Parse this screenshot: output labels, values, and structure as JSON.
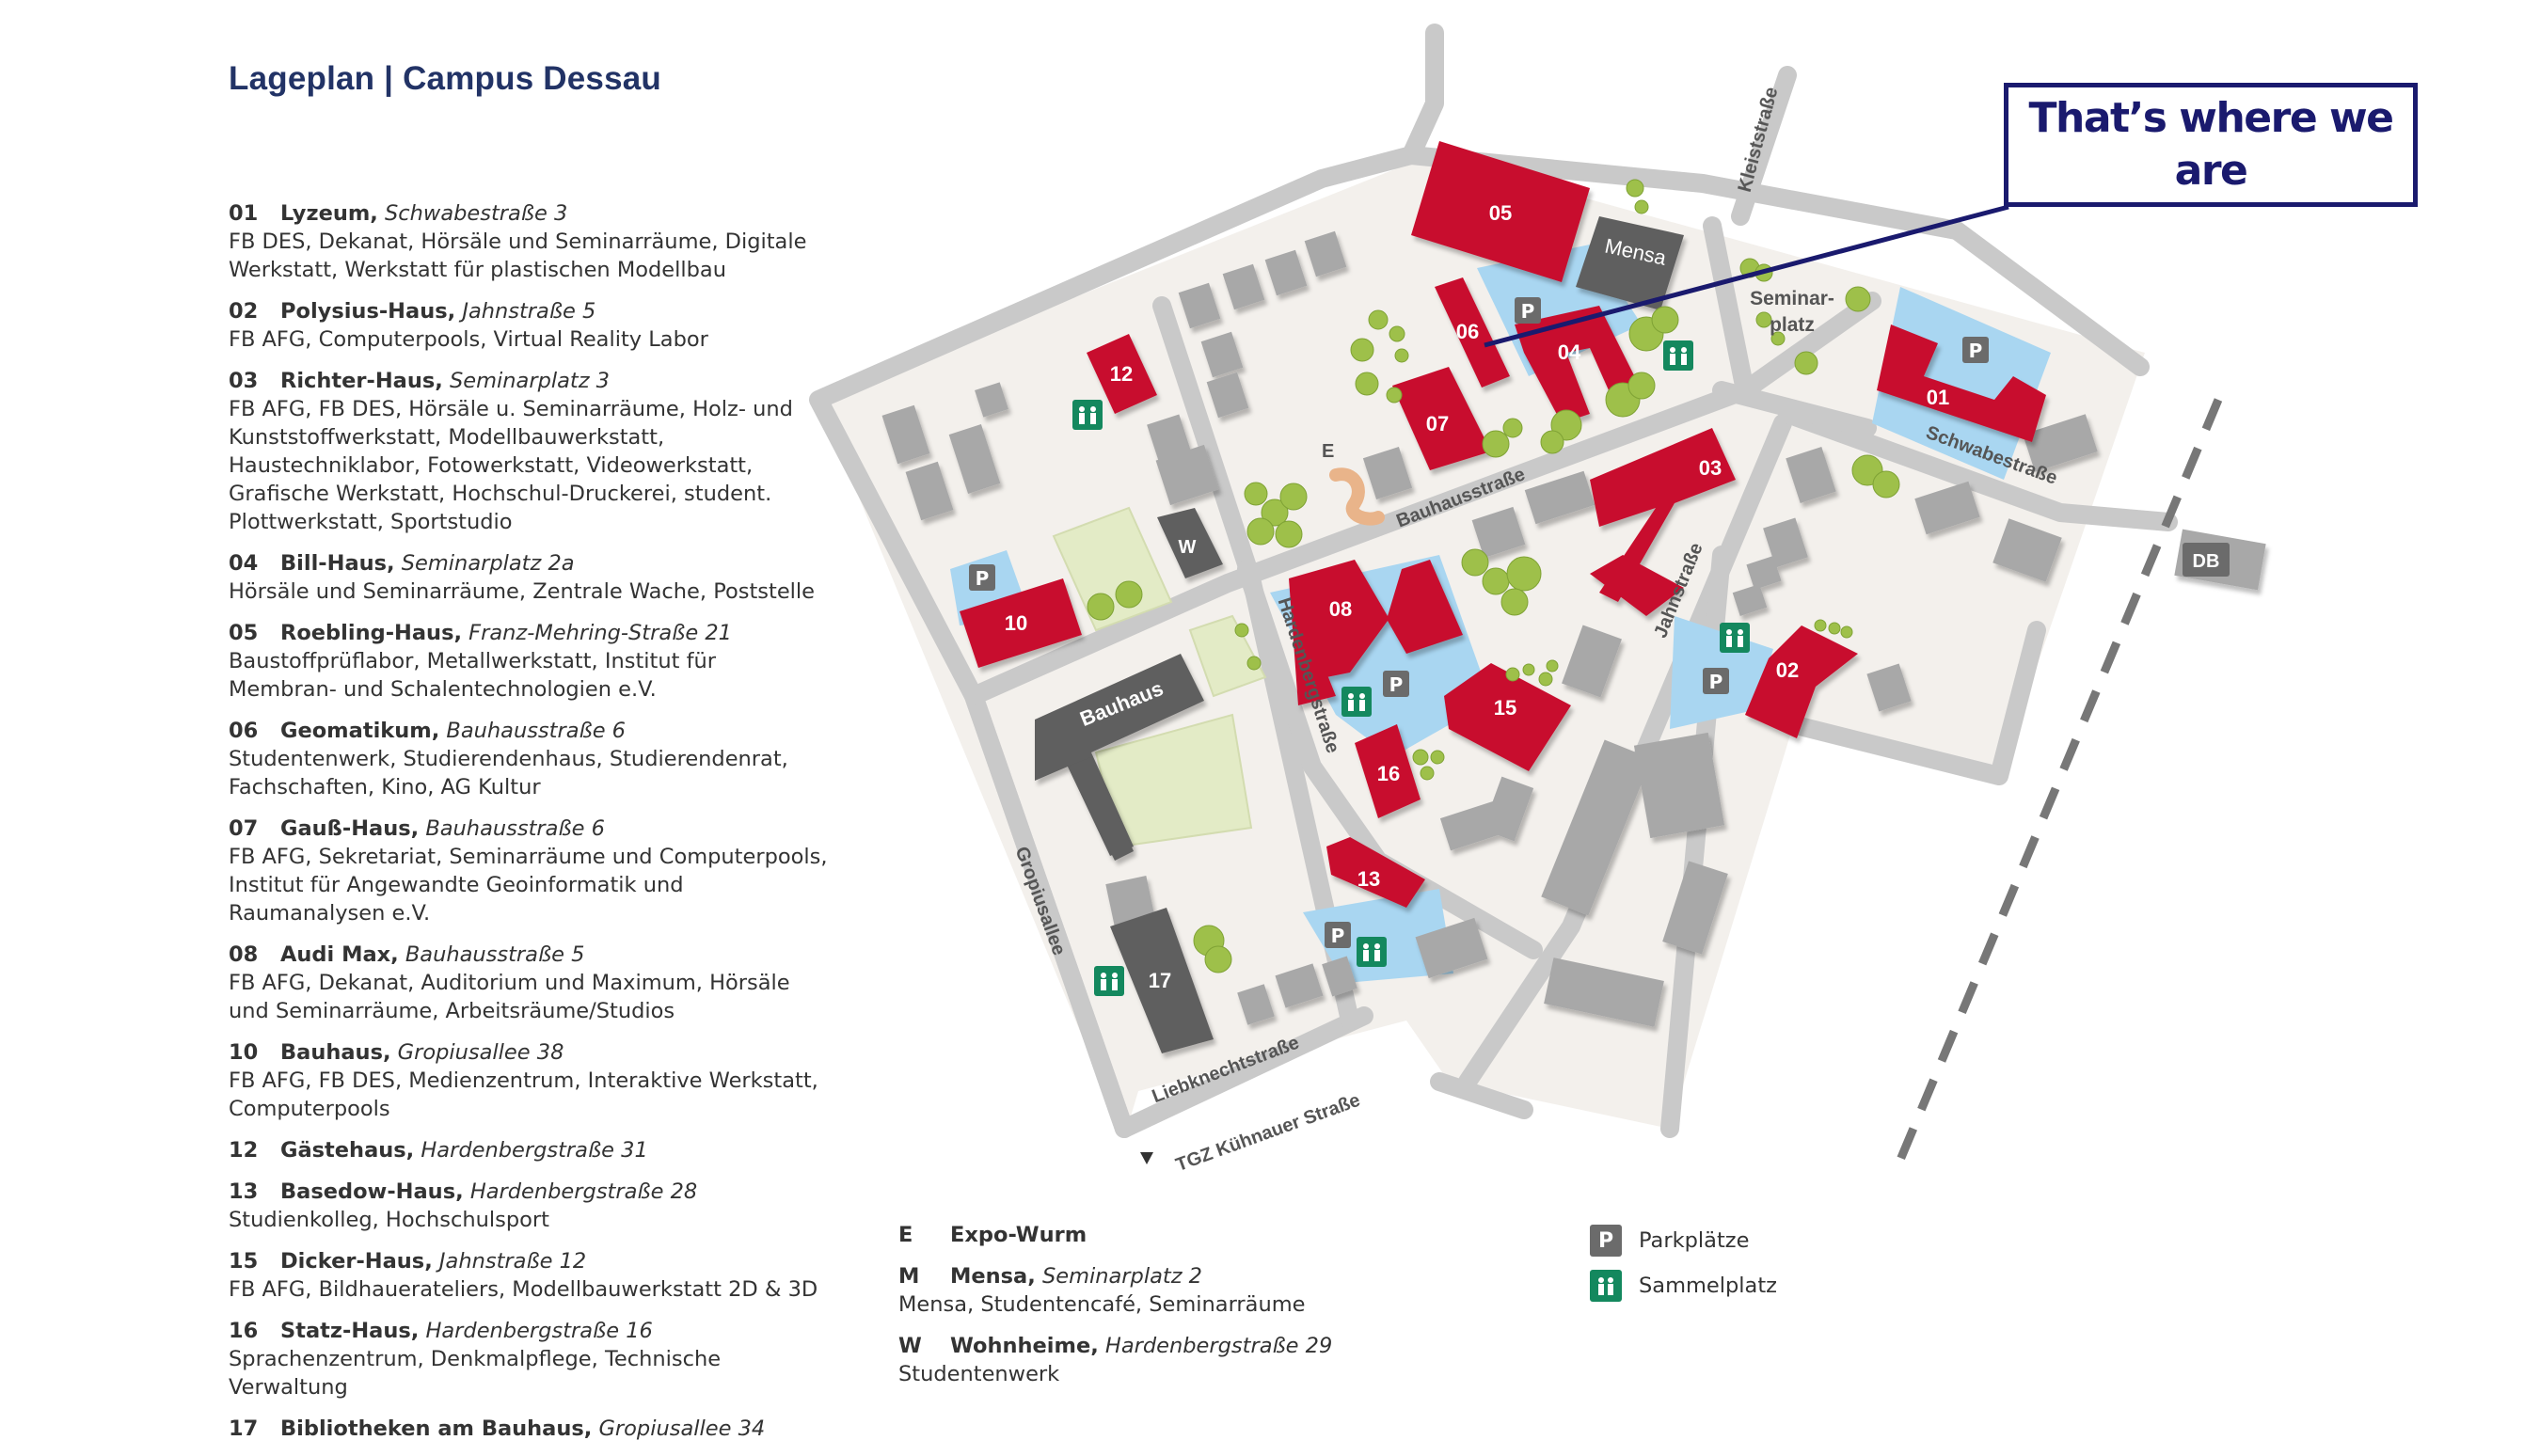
{
  "title": "Lageplan | Campus Dessau",
  "callout": "That’s where we are",
  "buildings": [
    {
      "num": "01",
      "name": "Lyzeum,",
      "addr": "Schwabestraße 3",
      "desc": "FB DES, Dekanat, Hörsäle und Seminarräume, Digitale Werkstatt, Werkstatt für plastischen Modellbau"
    },
    {
      "num": "02",
      "name": "Polysius-Haus,",
      "addr": "Jahnstraße 5",
      "desc": "FB AFG, Computerpools, Virtual Reality Labor"
    },
    {
      "num": "03",
      "name": "Richter-Haus,",
      "addr": "Seminarplatz 3",
      "desc": "FB AFG, FB DES, Hörsäle u. Seminarräume, Holz- und Kunststoffwerkstatt, Modellbauwerkstatt, Haustechniklabor, Fotowerkstatt, Videowerkstatt, Grafische Werkstatt, Hochschul-Druckerei, student. Plottwerkstatt, Sportstudio"
    },
    {
      "num": "04",
      "name": "Bill-Haus,",
      "addr": "Seminarplatz 2a",
      "desc": "Hörsäle und Seminarräume, Zentrale Wache, Poststelle"
    },
    {
      "num": "05",
      "name": "Roebling-Haus,",
      "addr": "Franz-Mehring-Straße 21",
      "desc": "Baustoffprüflabor, Metallwerkstatt, Institut für Membran- und Schalentechnologien e.V."
    },
    {
      "num": "06",
      "name": "Geomatikum,",
      "addr": "Bauhausstraße 6",
      "desc": "Studentenwerk, Studierendenhaus, Studierendenrat, Fachschaften, Kino, AG Kultur"
    },
    {
      "num": "07",
      "name": "Gauß-Haus,",
      "addr": "Bauhausstraße 6",
      "desc": "FB AFG, Sekretariat, Seminarräume und Computerpools, Institut für Angewandte Geoinformatik und Raumanalysen e.V."
    },
    {
      "num": "08",
      "name": "Audi Max,",
      "addr": "Bauhausstraße 5",
      "desc": "FB AFG, Dekanat, Auditorium und Maximum, Hörsäle und Seminarräume, Arbeitsräume/Studios"
    },
    {
      "num": "10",
      "name": "Bauhaus,",
      "addr": "Gropiusallee 38",
      "desc": "FB AFG, FB DES, Medienzentrum, Interaktive Werkstatt, Computerpools"
    },
    {
      "num": "12",
      "name": "Gästehaus,",
      "addr": "Hardenbergstraße 31",
      "desc": ""
    },
    {
      "num": "13",
      "name": "Basedow-Haus,",
      "addr": "Hardenbergstraße 28",
      "desc": "Studienkolleg, Hochschulsport"
    },
    {
      "num": "15",
      "name": "Dicker-Haus,",
      "addr": "Jahnstraße 12",
      "desc": "FB AFG, Bildhauerateliers, Modellbauwerkstatt 2D & 3D"
    },
    {
      "num": "16",
      "name": "Statz-Haus,",
      "addr": "Hardenbergstraße 16",
      "desc": "Sprachenzentrum, Denkmalpflege, Technische Verwaltung"
    },
    {
      "num": "17",
      "name": "Bibliotheken am Bauhaus,",
      "addr": "Gropiusallee 34",
      "desc": ""
    }
  ],
  "others": [
    {
      "num": "E",
      "name": "Expo-Wurm",
      "addr": "",
      "desc": ""
    },
    {
      "num": "M",
      "name": "Mensa,",
      "addr": "Seminarplatz 2",
      "desc": "Mensa, Studentencafé, Seminarräume"
    },
    {
      "num": "W",
      "name": "Wohnheime,",
      "addr": "Hardenbergstraße 29",
      "desc": "Studentenwerk"
    }
  ],
  "symbols": {
    "parking_glyph": "P",
    "parking": "Parkplätze",
    "assembly": "Sammelplatz"
  },
  "map_labels": {
    "mensa": "Mensa",
    "seminarplatz_1": "Seminar-",
    "seminarplatz_2": "platz",
    "kleiststrasse": "Kleiststraße",
    "schwabestrasse": "Schwabestraße",
    "bauhausstrasse": "Bauhausstraße",
    "jahnstrasse": "Jahnstraße",
    "hardenbergstrasse": "Hardenbergstraße",
    "gropiusallee": "Gropiusallee",
    "liebknechtstrasse": "Liebknechtstraße",
    "tgz": "TGZ Kühnauer Straße",
    "db": "DB",
    "bauhaus": "Bauhaus",
    "expo": "E",
    "wohnheim": "W"
  },
  "map_numbers": {
    "b05": "05",
    "b06": "06",
    "b04": "04",
    "b01": "01",
    "b12": "12",
    "b07": "07",
    "b03": "03",
    "b10": "10",
    "b08": "08",
    "b02": "02",
    "b15": "15",
    "b16": "16",
    "b13": "13",
    "b17": "17"
  },
  "colors": {
    "building": "#c8102e",
    "grey_building": "#a8a8a8",
    "dark_building": "#5e5e5e",
    "street": "#c9c9c9",
    "ground": "#f3f0ec",
    "water": "#a9d6f1",
    "green_area": "#e3ebc6",
    "tree": "#9ec04a",
    "callout": "#1a1a6e",
    "title": "#223366",
    "parking": "#6b6b6b",
    "assembly": "#14885e"
  }
}
